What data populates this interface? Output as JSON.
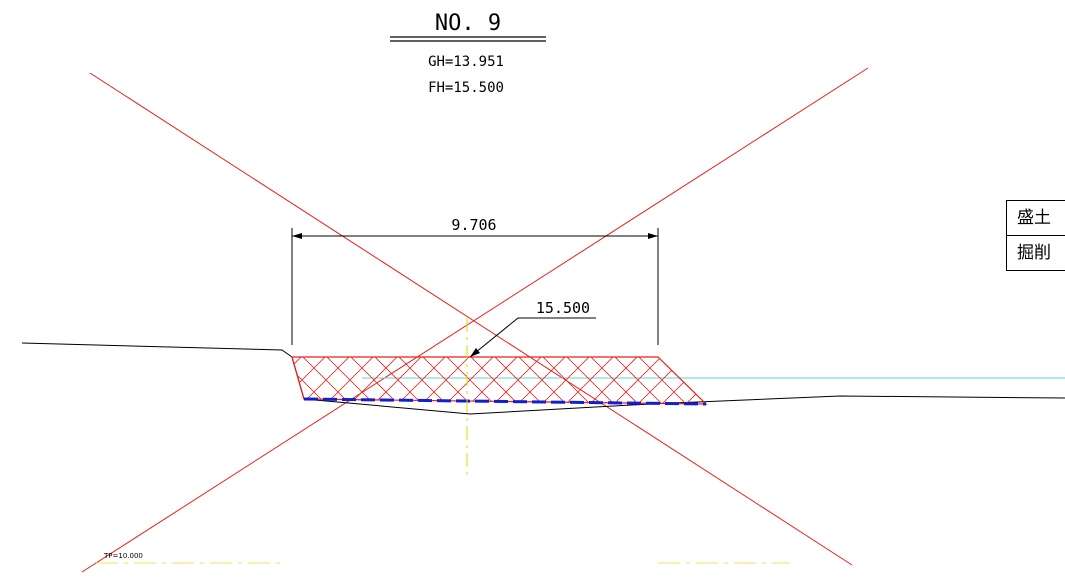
{
  "section": {
    "station_no": "NO. 9",
    "ground_height": "GH=13.951",
    "formation_height": "FH=15.500"
  },
  "dimensions": {
    "width_label": "9.706",
    "elevation_label": "15.500",
    "datum_label": "TP=10.000"
  },
  "legend": {
    "items": [
      {
        "label": "盛土"
      },
      {
        "label": "掘削"
      }
    ]
  },
  "colors": {
    "fill_hatch": "#e8201c",
    "cross_lines": "#e8201c",
    "ground_line": "#000000",
    "excavation_line": "#1020d0",
    "water_line": "#5fd3e0",
    "center_line": "#e6d800",
    "datum_line": "#f0e060"
  }
}
